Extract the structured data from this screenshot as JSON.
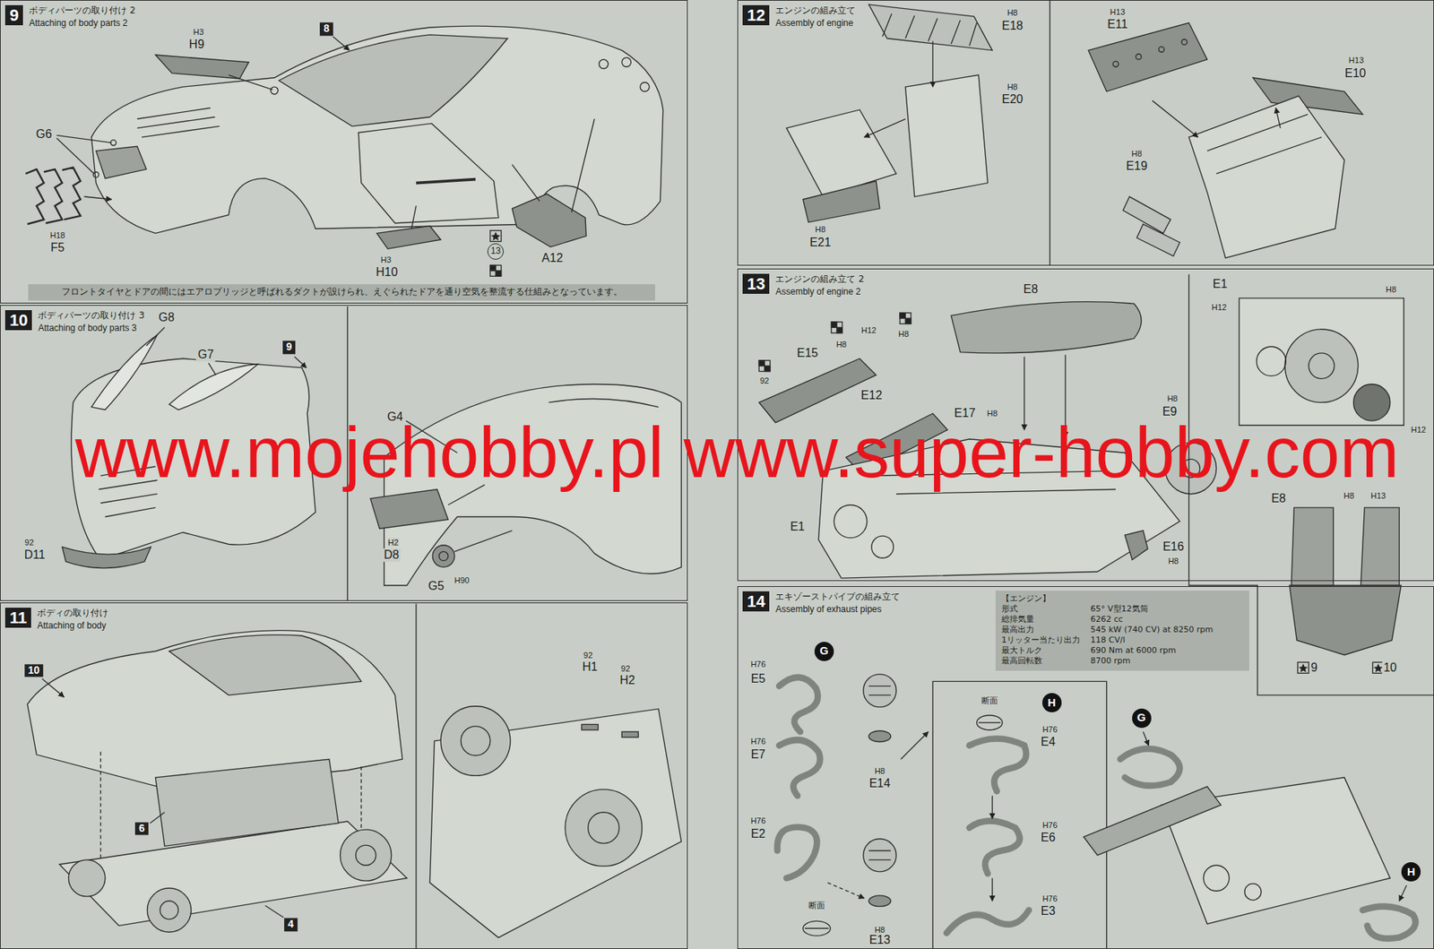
{
  "diagram": {
    "nodes": [
      {
        "text": [
          "9",
          "ボディパーツの取り付け 2",
          "Attaching of body parts 2"
        ]
      },
      {
        "text": [
          "フロントタイヤとドアの間にはエアロブリッジと呼ばれるダクトが設けられ、えぐられたドアを通り空気を整流する仕組みとなっています。"
        ],
        "in": 0
      },
      {
        "text": [
          "10",
          "ボディパーツの取り付け 3",
          "Attaching of body parts 3"
        ]
      },
      {
        "text": [
          "11",
          "ボディの取り付け",
          "Attaching of body"
        ]
      },
      {
        "text": [
          "12",
          "エンジンの組み立て",
          "Assembly of engine"
        ]
      },
      {
        "text": [
          "13",
          "エンジンの組み立て 2",
          "Assembly of engine 2"
        ]
      },
      {
        "text": [
          "14",
          "エキゾーストパイプの組み立て",
          "Assembly of exhaust pipes"
        ]
      },
      {
        "text": [
          "【エンジン】",
          "形式",
          "65° V型12気筒",
          "総排気量",
          "6262 cc",
          "最高出力",
          "545 kW (740 CV) at 8250 rpm",
          "1リッター当たり出力",
          "118 CV/l",
          "最大トルク",
          "690 Nm at 6000 rpm",
          "最高回転数",
          "8700 rpm"
        ],
        "in": 6
      }
    ],
    "labels": [
      "H3",
      "H9",
      "8",
      "G6",
      "H18",
      "F5",
      "H3",
      "H10",
      "13",
      "A12",
      "G8",
      "G7",
      "9",
      "92",
      "D11",
      "G4",
      "H2",
      "D8",
      "G5",
      "H90",
      "10",
      "6",
      "4",
      "92",
      "H1",
      "92",
      "H2",
      "H8",
      "E18",
      "H8",
      "E20",
      "H8",
      "E21",
      "H13",
      "E11",
      "H13",
      "E10",
      "H8",
      "E19",
      "E8",
      "92",
      "E15",
      "H8",
      "H12",
      "H8",
      "E12",
      "E17",
      "H8",
      "H8",
      "E9",
      "E1",
      "E16",
      "H8",
      "E1",
      "H12",
      "H8",
      "H12",
      "E8",
      "H13",
      "H8",
      "9",
      "10",
      "G",
      "H76",
      "E5",
      "H76",
      "E7",
      "H76",
      "E2",
      "断面",
      "H8",
      "E14",
      "H8",
      "E13",
      "断面",
      "H",
      "H76",
      "E4",
      "H76",
      "E6",
      "H76",
      "E3",
      "G",
      "H",
      "www.mojehobby.pl www.super-hobby.com"
    ]
  }
}
